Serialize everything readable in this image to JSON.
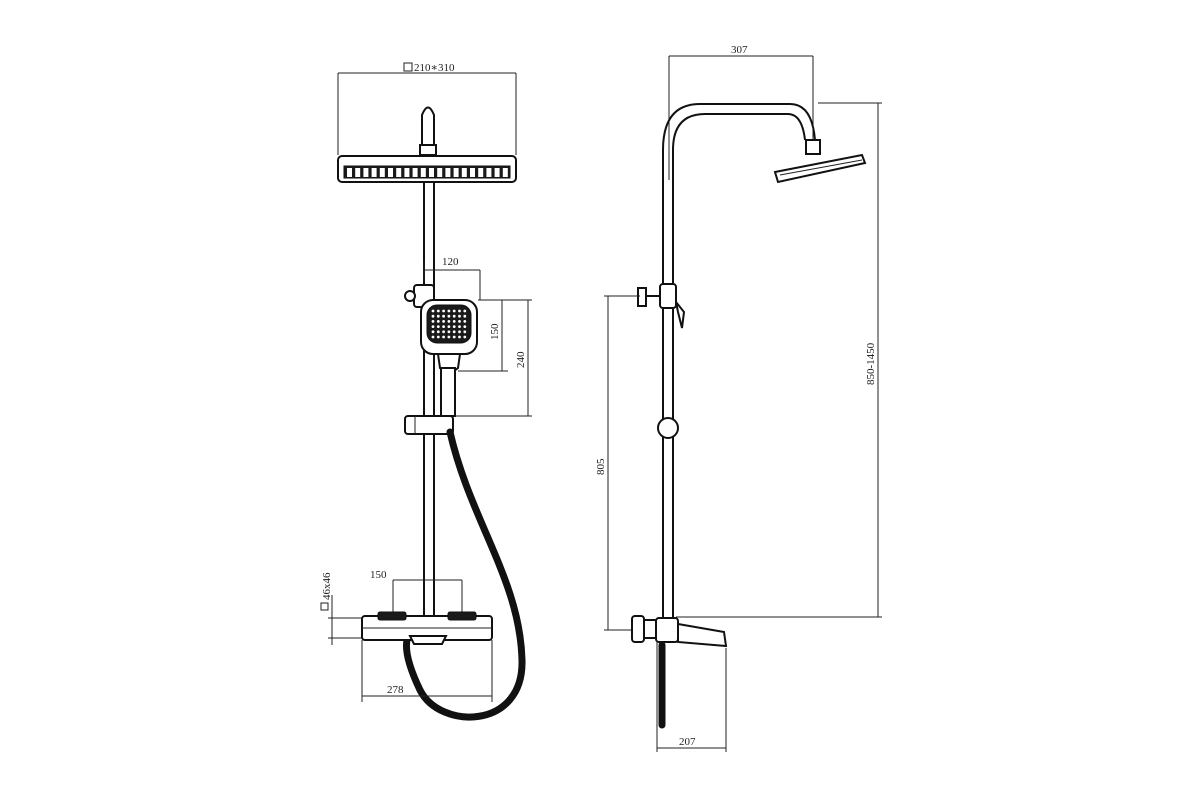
{
  "dimensions": {
    "head_size": "210∗310",
    "handshower_width": "120",
    "handshower_length": "150",
    "handshower_total": "240",
    "mixer_connection": "46x46",
    "mixer_center_spacing": "150",
    "mixer_width": "278",
    "arm_reach": "307",
    "height_range": "850-1450",
    "lower_height": "805",
    "spout_reach": "207"
  }
}
